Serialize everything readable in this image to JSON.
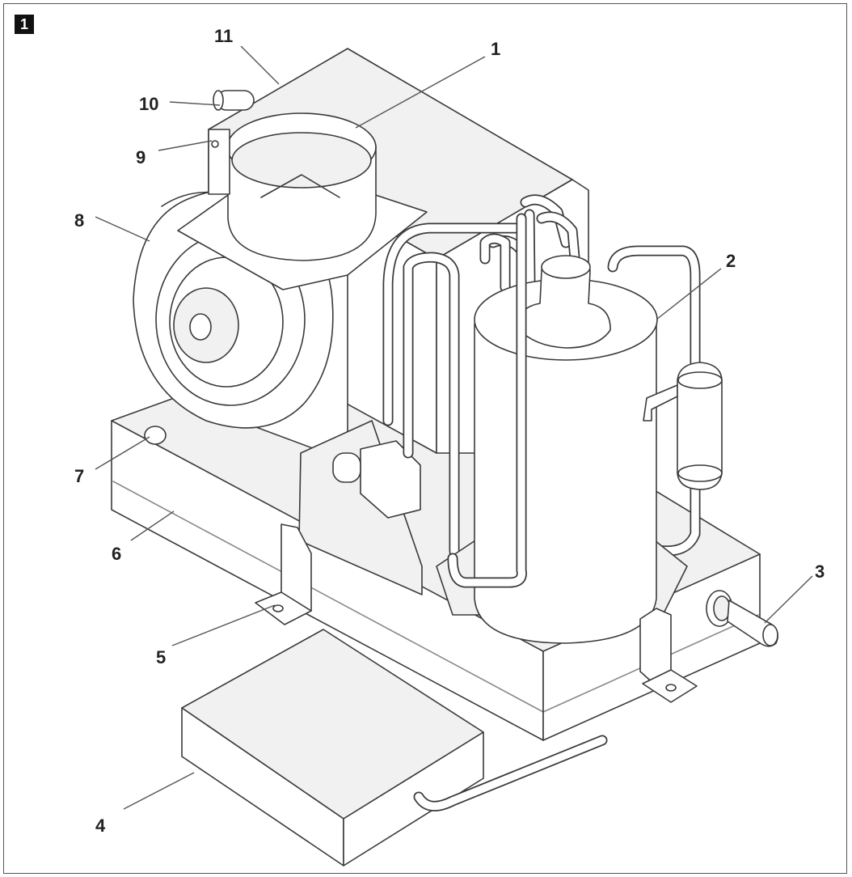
{
  "figure": {
    "number": "1"
  },
  "callouts": [
    {
      "id": "c1",
      "label": "1"
    },
    {
      "id": "c2",
      "label": "2"
    },
    {
      "id": "c3",
      "label": "3"
    },
    {
      "id": "c4",
      "label": "4"
    },
    {
      "id": "c5",
      "label": "5"
    },
    {
      "id": "c6",
      "label": "6"
    },
    {
      "id": "c7",
      "label": "7"
    },
    {
      "id": "c8",
      "label": "8"
    },
    {
      "id": "c9",
      "label": "9"
    },
    {
      "id": "c10",
      "label": "10"
    },
    {
      "id": "c11",
      "label": "11"
    }
  ]
}
